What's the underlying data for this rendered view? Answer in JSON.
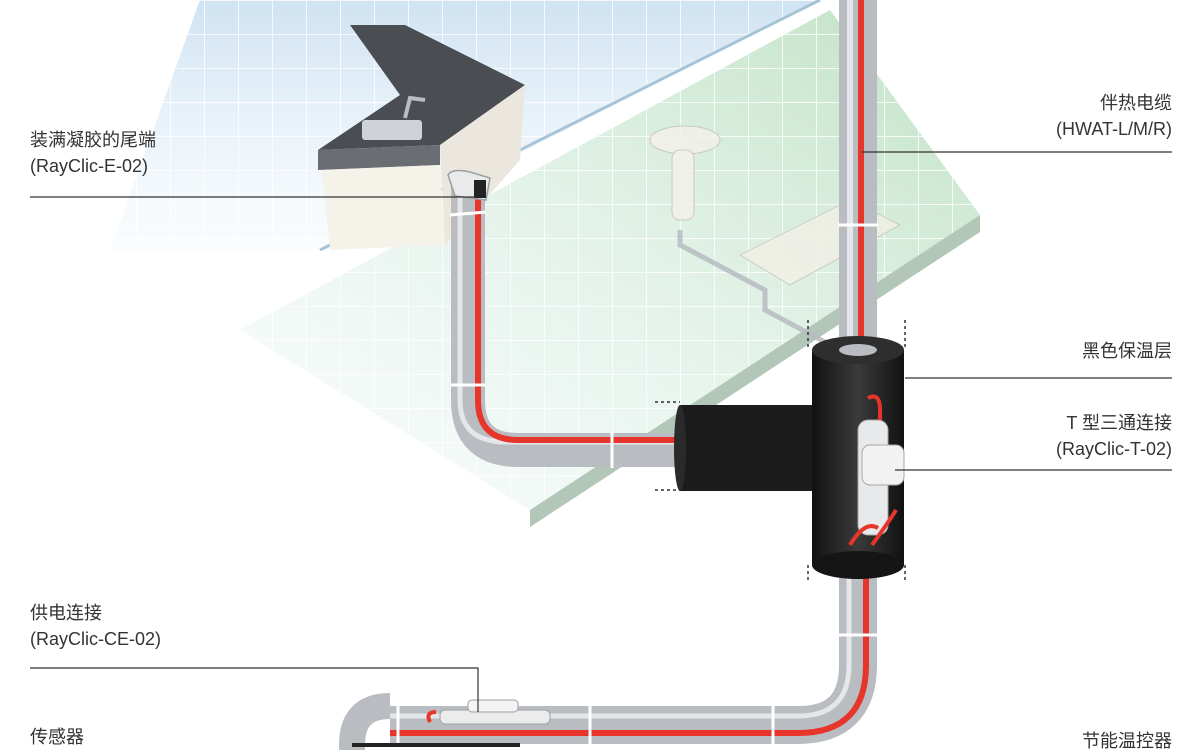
{
  "colors": {
    "pipe": "#c4c6c9",
    "pipe_shade": "#8e9196",
    "heating_cable": "#e8352b",
    "insulation": "#222222",
    "label_text": "#333333",
    "leader_line": "#333333",
    "glass_panel": "#cfe3f2",
    "floor_panel": "#cfe8cf"
  },
  "callouts": {
    "end_seal": {
      "name": "装满凝胶的尾端",
      "model": "(RayClic-E-02)"
    },
    "heating_cable": {
      "name": "伴热电缆",
      "model": "(HWAT-L/M/R)"
    },
    "insulation": {
      "name": "黑色保温层"
    },
    "tee": {
      "name": "T 型三通连接",
      "model": "(RayClic-T-02)"
    },
    "power_connection": {
      "name": "供电连接",
      "model": "(RayClic-CE-02)"
    },
    "sensor": {
      "name": "传感器"
    },
    "controller": {
      "name": "节能温控器"
    }
  }
}
